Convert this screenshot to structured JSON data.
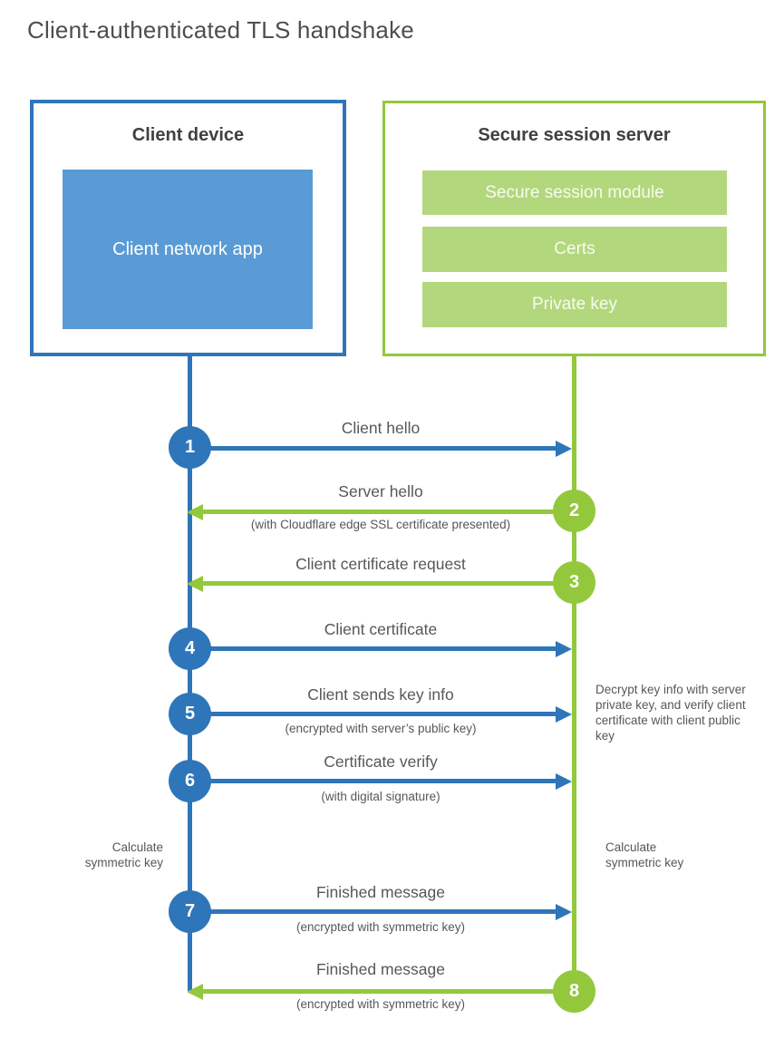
{
  "title": "Client-authenticated TLS handshake",
  "colors": {
    "blue": "#2e76b9",
    "blue_light": "#5b9bd5",
    "green": "#93c83d",
    "green_light": "#b3d77d",
    "text_gray": "#55575b"
  },
  "client_box": {
    "title": "Client device",
    "app_label": "Client network app"
  },
  "server_box": {
    "title": "Secure session server",
    "modules": [
      "Secure session module",
      "Certs",
      "Private key"
    ]
  },
  "steps": [
    {
      "num": "1",
      "direction": "right",
      "actor": "client",
      "label": "Client hello",
      "sublabel": ""
    },
    {
      "num": "2",
      "direction": "left",
      "actor": "server",
      "label": "Server hello",
      "sublabel": "(with Cloudflare edge SSL certificate presented)"
    },
    {
      "num": "3",
      "direction": "left",
      "actor": "server",
      "label": "Client certificate request",
      "sublabel": ""
    },
    {
      "num": "4",
      "direction": "right",
      "actor": "client",
      "label": "Client certificate",
      "sublabel": ""
    },
    {
      "num": "5",
      "direction": "right",
      "actor": "client",
      "label": "Client sends key info",
      "sublabel": "(encrypted with server’s public key)"
    },
    {
      "num": "6",
      "direction": "right",
      "actor": "client",
      "label": "Certificate verify",
      "sublabel": "(with digital signature)"
    },
    {
      "num": "7",
      "direction": "right",
      "actor": "client",
      "label": "Finished message",
      "sublabel": "(encrypted with symmetric key)"
    },
    {
      "num": "8",
      "direction": "left",
      "actor": "server",
      "label": "Finished message",
      "sublabel": "(encrypted with symmetric key)"
    }
  ],
  "annotations": {
    "decrypt_note": "Decrypt key info with server private key, and verify client certificate with client public key",
    "calc_left": "Calculate symmetric key",
    "calc_right": "Calculate symmetric key"
  }
}
